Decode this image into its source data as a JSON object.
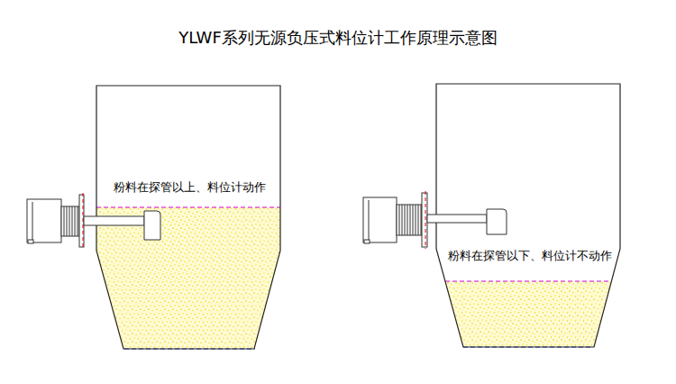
{
  "diagram": {
    "title": "YLWF系列无源负压式料位计工作原理示意图",
    "nodes": [
      {
        "text": [
          "粉料在探管以上、料位计动作"
        ]
      },
      {
        "text": [
          "粉料在探管以下、料位计不动作"
        ]
      }
    ]
  }
}
